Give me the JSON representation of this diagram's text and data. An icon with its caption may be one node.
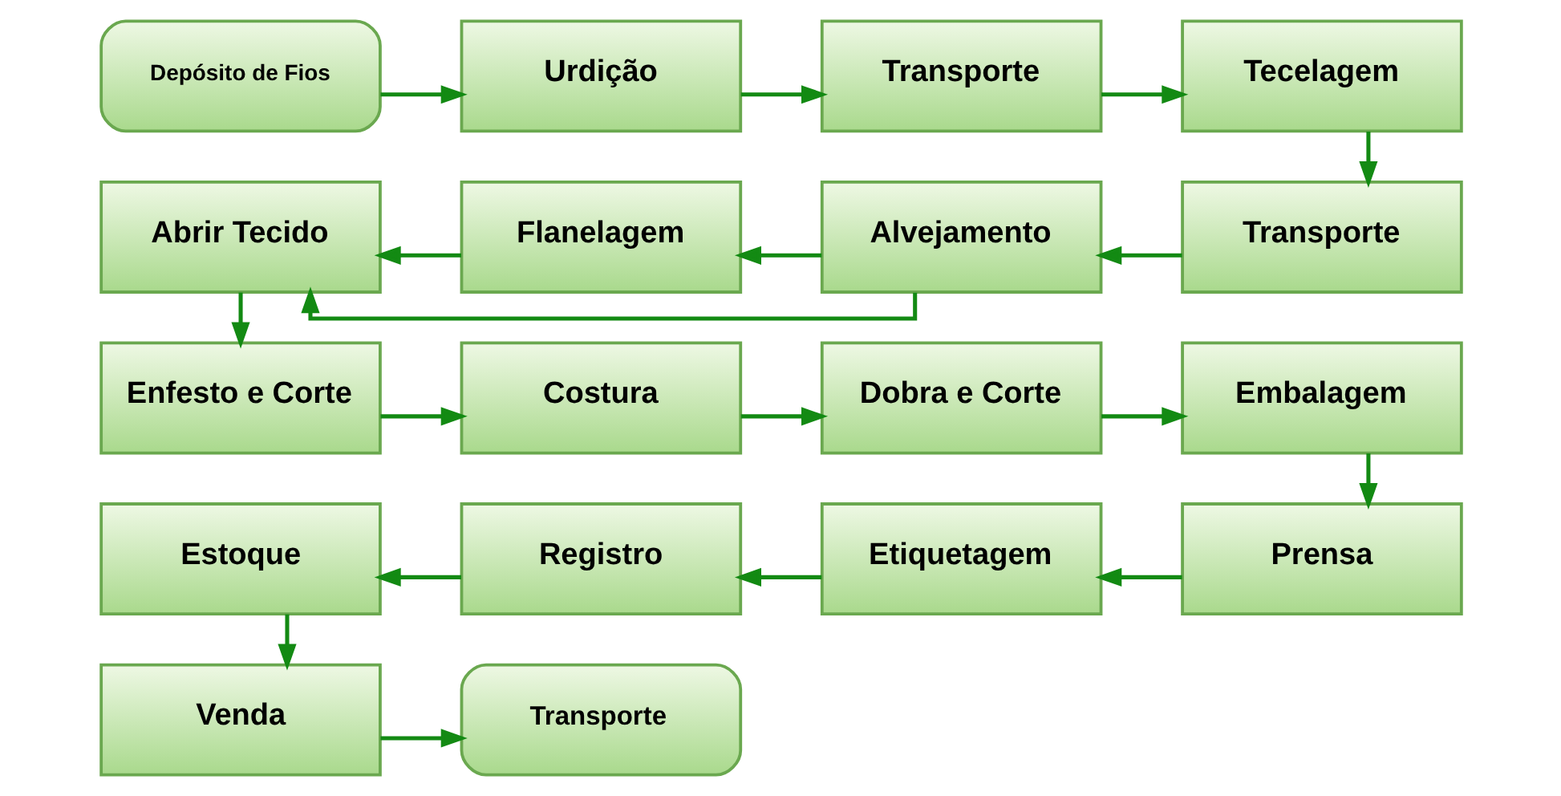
{
  "diagram": {
    "nodes": [
      {
        "text": [
          "Depósito de Fios"
        ]
      },
      {
        "text": [
          "Urdição"
        ]
      },
      {
        "text": [
          "Transporte"
        ]
      },
      {
        "text": [
          "Tecelagem"
        ]
      },
      {
        "text": [
          "Abrir Tecido"
        ]
      },
      {
        "text": [
          "Flanelagem"
        ]
      },
      {
        "text": [
          "Alvejamento"
        ]
      },
      {
        "text": [
          "Transporte"
        ]
      },
      {
        "text": [
          "Enfesto e Corte"
        ]
      },
      {
        "text": [
          "Costura"
        ]
      },
      {
        "text": [
          "Dobra e Corte"
        ]
      },
      {
        "text": [
          "Embalagem"
        ]
      },
      {
        "text": [
          "Estoque"
        ]
      },
      {
        "text": [
          "Registro"
        ]
      },
      {
        "text": [
          "Etiquetagem"
        ]
      },
      {
        "text": [
          "Prensa"
        ]
      },
      {
        "text": [
          "Venda"
        ]
      },
      {
        "text": [
          "Transporte"
        ]
      }
    ],
    "edges": [
      {
        "from": 0,
        "to": 1,
        "arrow": "to"
      },
      {
        "from": 1,
        "to": 2,
        "arrow": "to"
      },
      {
        "from": 2,
        "to": 3,
        "arrow": "to"
      },
      {
        "from": 3,
        "to": 7,
        "arrow": "to"
      },
      {
        "from": 7,
        "to": 6,
        "arrow": "to"
      },
      {
        "from": 6,
        "to": 5,
        "arrow": "to"
      },
      {
        "from": 6,
        "to": 4,
        "arrow": "to"
      },
      {
        "from": 5,
        "to": 4,
        "arrow": "to"
      },
      {
        "from": 4,
        "to": 8,
        "arrow": "to"
      },
      {
        "from": 8,
        "to": 9,
        "arrow": "to"
      },
      {
        "from": 9,
        "to": 10,
        "arrow": "to"
      },
      {
        "from": 10,
        "to": 11,
        "arrow": "to"
      },
      {
        "from": 11,
        "to": 15,
        "arrow": "to"
      },
      {
        "from": 15,
        "to": 14,
        "arrow": "to"
      },
      {
        "from": 14,
        "to": 13,
        "arrow": "to"
      },
      {
        "from": 13,
        "to": 12,
        "arrow": "to"
      },
      {
        "from": 12,
        "to": 16,
        "arrow": "to"
      },
      {
        "from": 16,
        "to": 17,
        "arrow": "to"
      }
    ]
  }
}
